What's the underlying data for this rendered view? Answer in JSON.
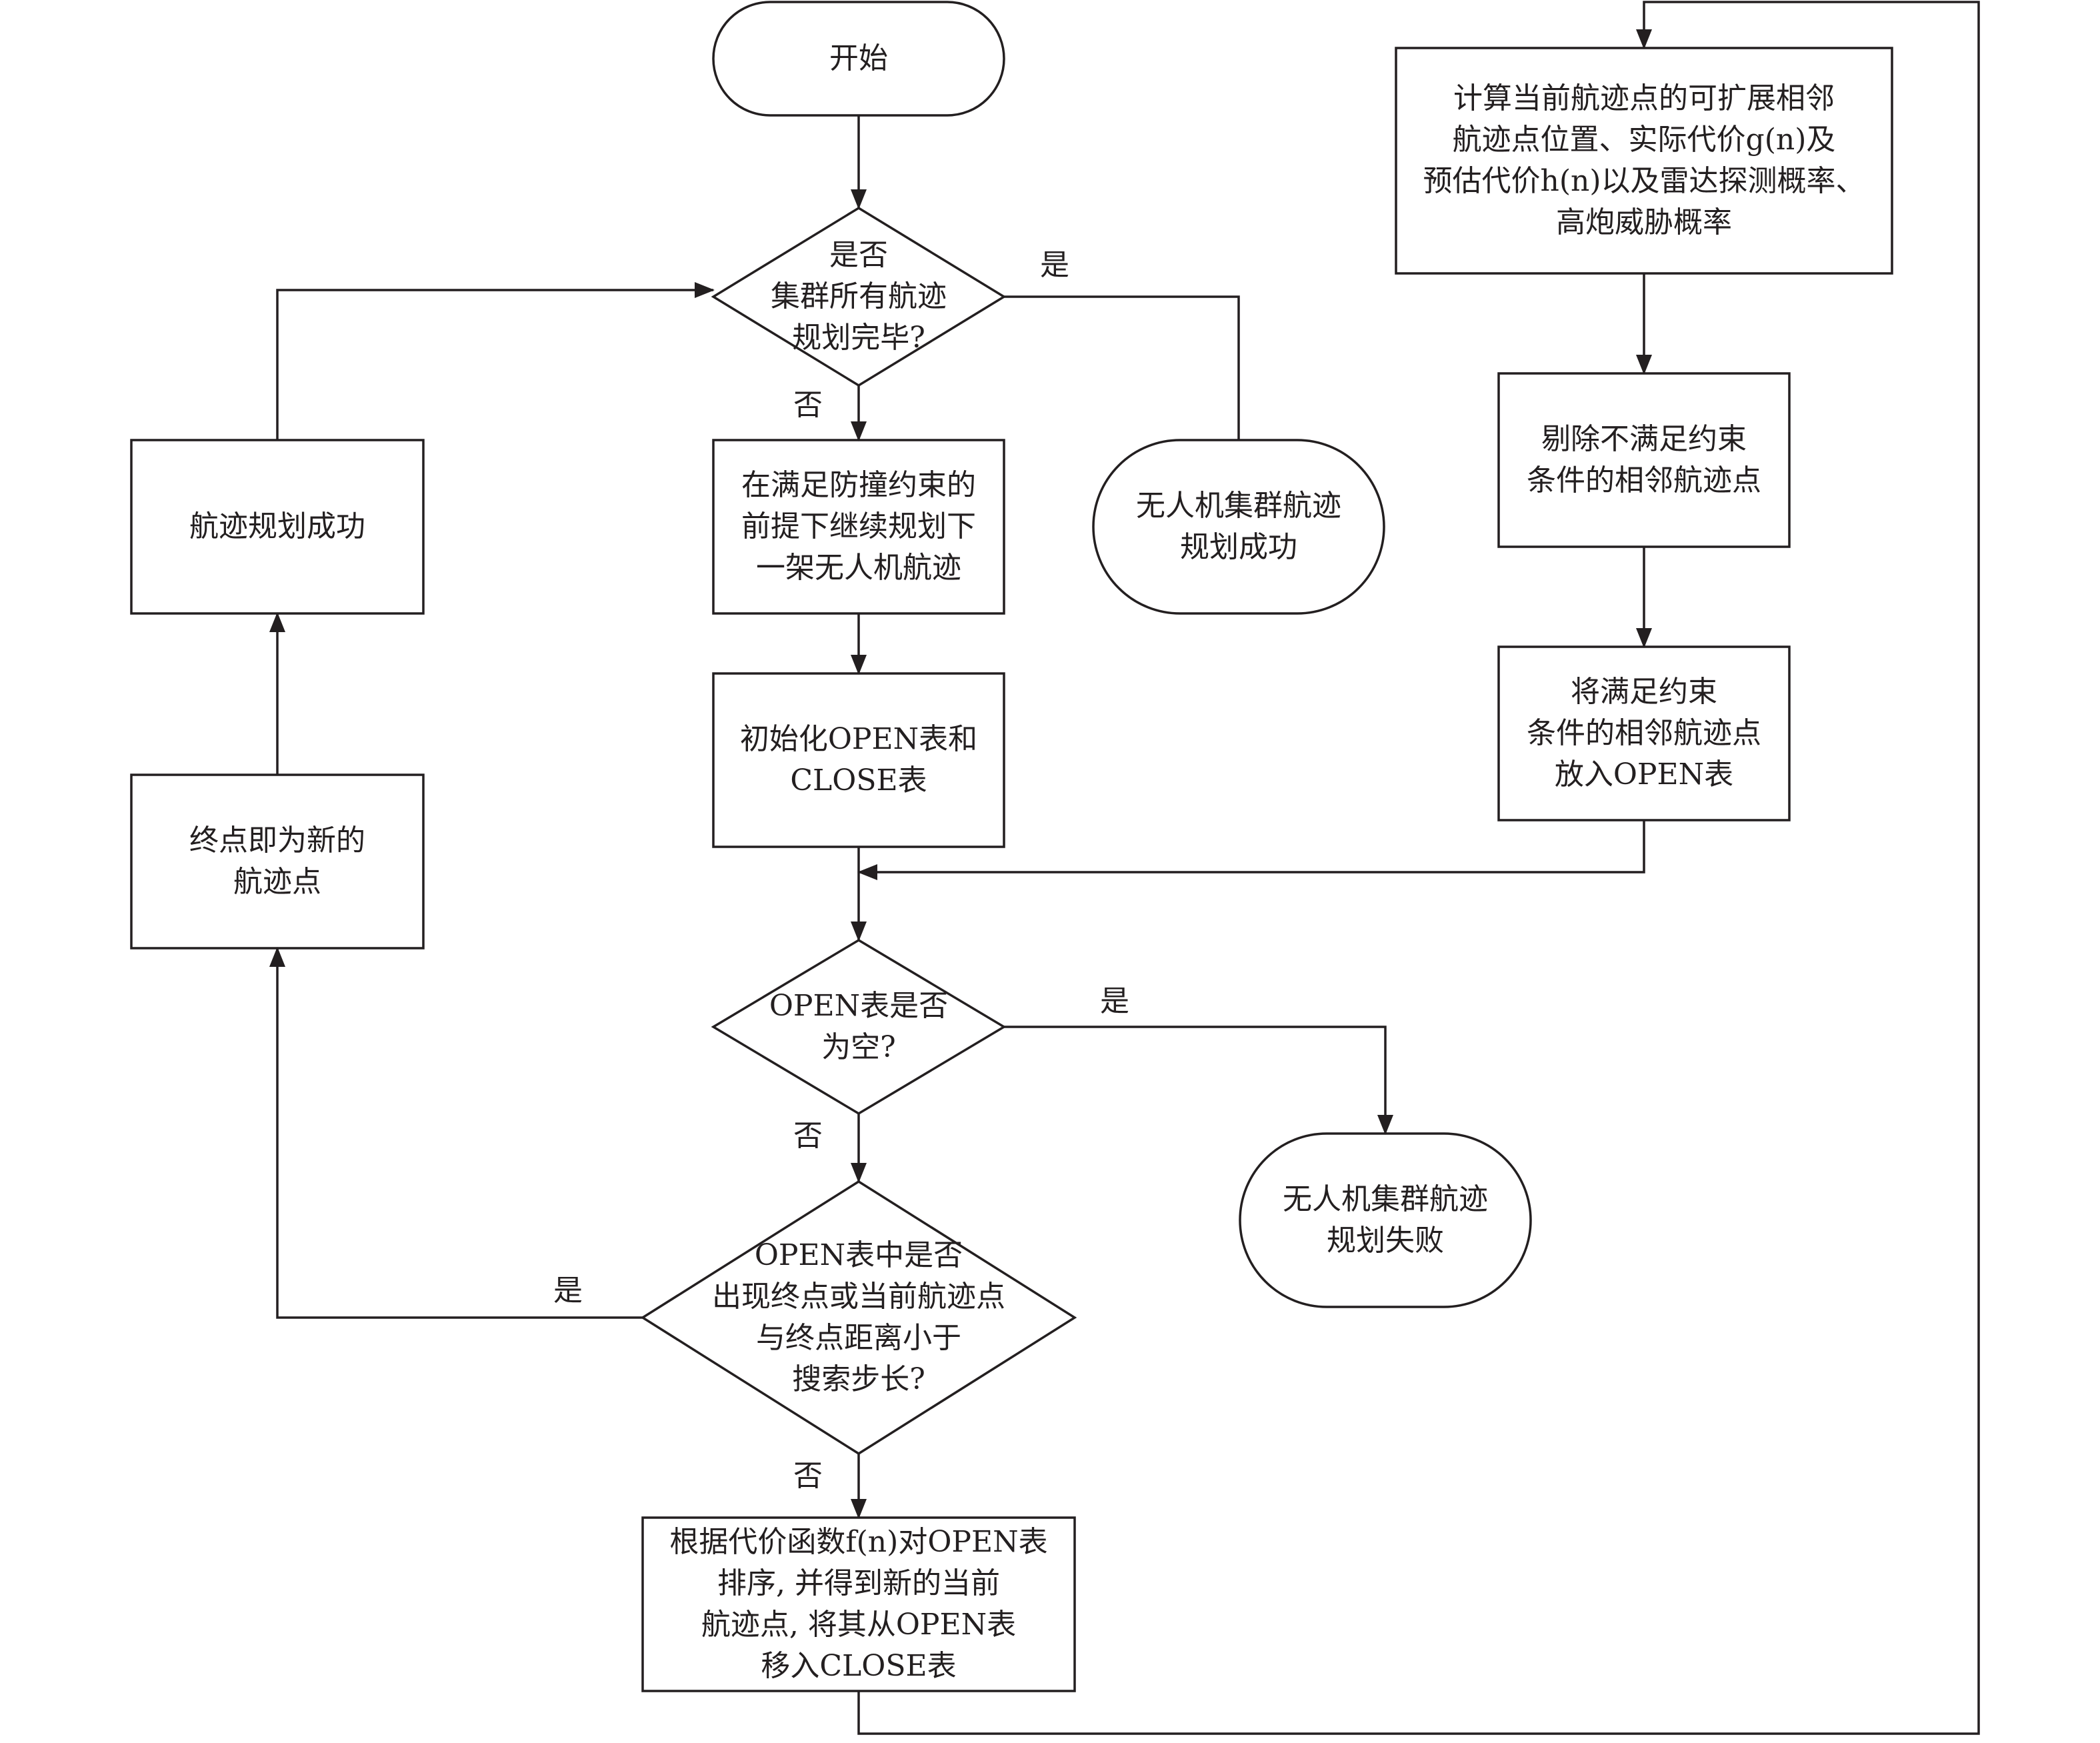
{
  "nodes": {
    "start": "开始",
    "check_all": "是否\n集群所有航迹\n规划完毕?",
    "success_all": "无人机集群航迹\n规划成功",
    "plan_next": "在满足防撞约束的\n前提下继续规划下\n一架无人机航迹",
    "init": "初始化OPEN表和\nCLOSE表",
    "open_empty": "OPEN表是否\n为空?",
    "fail": "无人机集群航迹\n规划失败",
    "reach_goal": "OPEN表中是否\n出现终点或当前航迹点\n与终点距离小于\n搜索步长?",
    "sort": "根据代价函数f(n)对OPEN表\n排序, 并得到新的当前\n航迹点, 将其从OPEN表\n移入CLOSE表",
    "path_success": "航迹规划成功",
    "goal_as_new": "终点即为新的\n航迹点",
    "compute": "计算当前航迹点的可扩展相邻\n航迹点位置、实际代价g(n)及\n预估代价h(n)以及雷达探测概率、\n高炮威胁概率",
    "remove": "剔除不满足约束\n条件的相邻航迹点",
    "put_open": "将满足约束\n条件的相邻航迹点\n放入OPEN表"
  },
  "edge_labels": {
    "check_all_yes": "是",
    "check_all_no": "否",
    "open_empty_yes": "是",
    "open_empty_no": "否",
    "reach_goal_yes": "是",
    "reach_goal_no": "否"
  },
  "colors": {
    "stroke": "#231f20",
    "background": "#ffffff"
  }
}
